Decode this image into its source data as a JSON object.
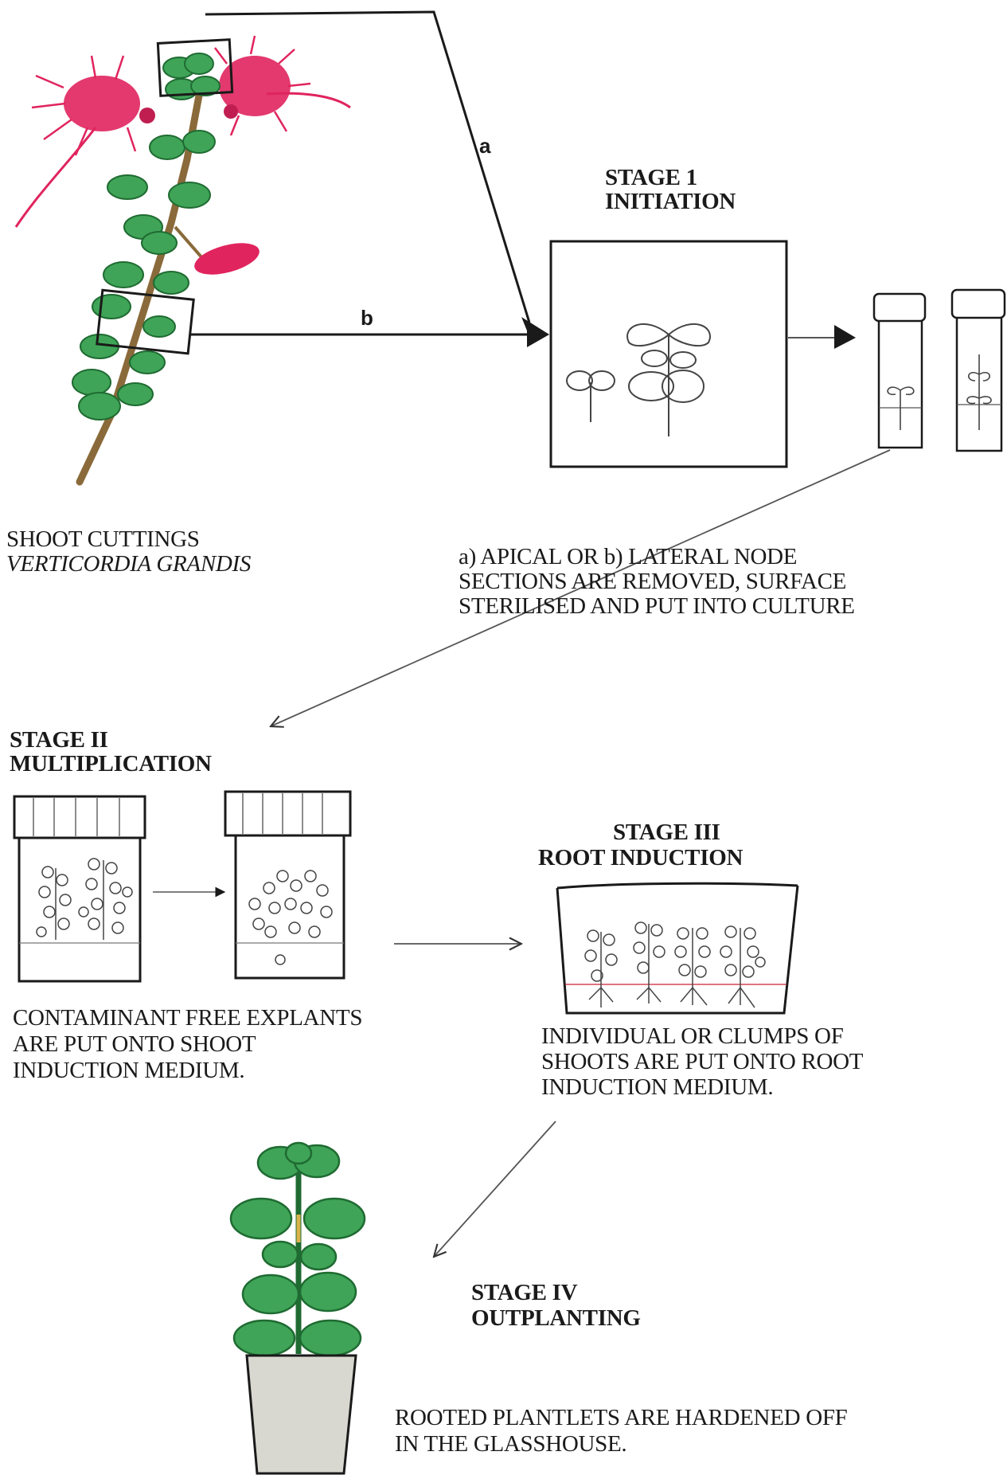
{
  "labels": {
    "a": "a",
    "b": "b"
  },
  "source": {
    "line1": "SHOOT CUTTINGS",
    "line2": "VERTICORDIA GRANDIS"
  },
  "stage1": {
    "title1": "STAGE 1",
    "title2": "INITIATION",
    "desc1": "a) APICAL OR b) LATERAL NODE",
    "desc2": "SECTIONS ARE REMOVED, SURFACE",
    "desc3": "STERILISED AND PUT INTO CULTURE"
  },
  "stage2": {
    "title1": "STAGE II",
    "title2": "MULTIPLICATION",
    "desc1": "CONTAMINANT FREE EXPLANTS",
    "desc2": "ARE PUT ONTO SHOOT",
    "desc3": "INDUCTION MEDIUM."
  },
  "stage3": {
    "title1": "STAGE III",
    "title2": "ROOT INDUCTION",
    "desc1": "INDIVIDUAL OR CLUMPS OF",
    "desc2": "SHOOTS ARE PUT ONTO ROOT",
    "desc3": "INDUCTION MEDIUM."
  },
  "stage4": {
    "title1": "STAGE IV",
    "title2": "OUTPLANTING",
    "desc1": "ROOTED PLANTLETS ARE HARDENED OFF",
    "desc2": "IN THE GLASSHOUSE."
  },
  "colors": {
    "leaf": "#3fa457",
    "leaf_dark": "#1f6b32",
    "flower": "#e0245e",
    "stem": "#8a6a3a",
    "ink": "#1a1a1a",
    "pot": "#d8d8d0"
  }
}
